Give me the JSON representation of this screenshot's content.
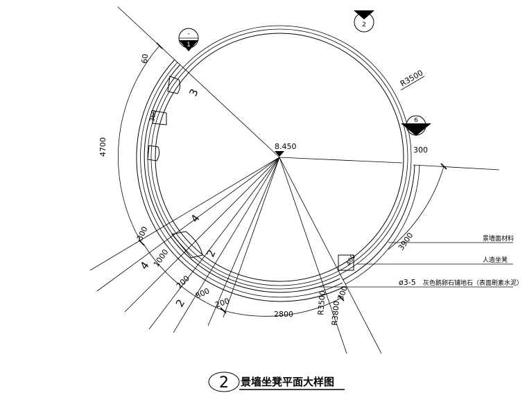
{
  "center_elevation": "8.450",
  "radius_labels": {
    "r3500_upper": "R3500",
    "r3500_lower": "R3500",
    "r3800": "R3800"
  },
  "dimensions": {
    "d_4700": "4700",
    "d_60": "60",
    "d_360": "360",
    "d_300_left": "300",
    "d_1000": "1000",
    "d_200_a": "200",
    "d_800": "800",
    "d_200_b": "200",
    "d_2800": "2800",
    "d_300_right": "300",
    "d_300_bottom": "300",
    "d_3900": "3900",
    "d_400": "400"
  },
  "angle_marks": {
    "m3": "3",
    "m4_upper": "4",
    "m4_lower": "4",
    "m2_upper": "2",
    "m2_lower": "2"
  },
  "section_markers": {
    "top_left": {
      "number": "1",
      "sheet": "-"
    },
    "top_mid": {
      "number": "2",
      "sheet": "-"
    },
    "right": {
      "number": "6",
      "sheet": "-"
    }
  },
  "callouts": {
    "line1": "景墙面材料",
    "line2": "人造坐凳",
    "line3_prefix": "ø3-5",
    "line3_text": "灰色鹅卵石铺地石（表面刷素水泥）"
  },
  "title": {
    "number": "2",
    "text": "景墙坐凳平面大样图"
  }
}
